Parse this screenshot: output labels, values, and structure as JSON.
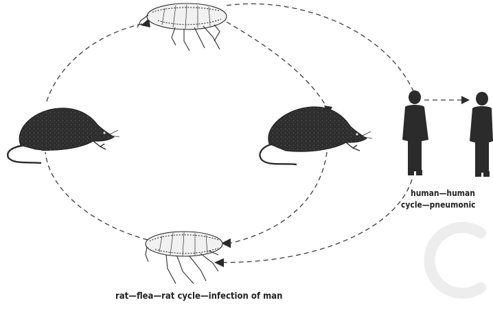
{
  "diagram": {
    "caption_main": "rat—flea—rat cycle—infection of man",
    "caption_human_line1": "human—human",
    "caption_human_line2": "cycle—pneumonic",
    "colors": {
      "ink": "#2b2b2b",
      "background": "#ffffff",
      "watermark": "#eeeeee"
    },
    "icons": [
      "flea-top-icon",
      "flea-bottom-icon",
      "rat-left-icon",
      "rat-right-icon",
      "human-left-icon",
      "human-right-icon",
      "watermark-logo"
    ]
  }
}
